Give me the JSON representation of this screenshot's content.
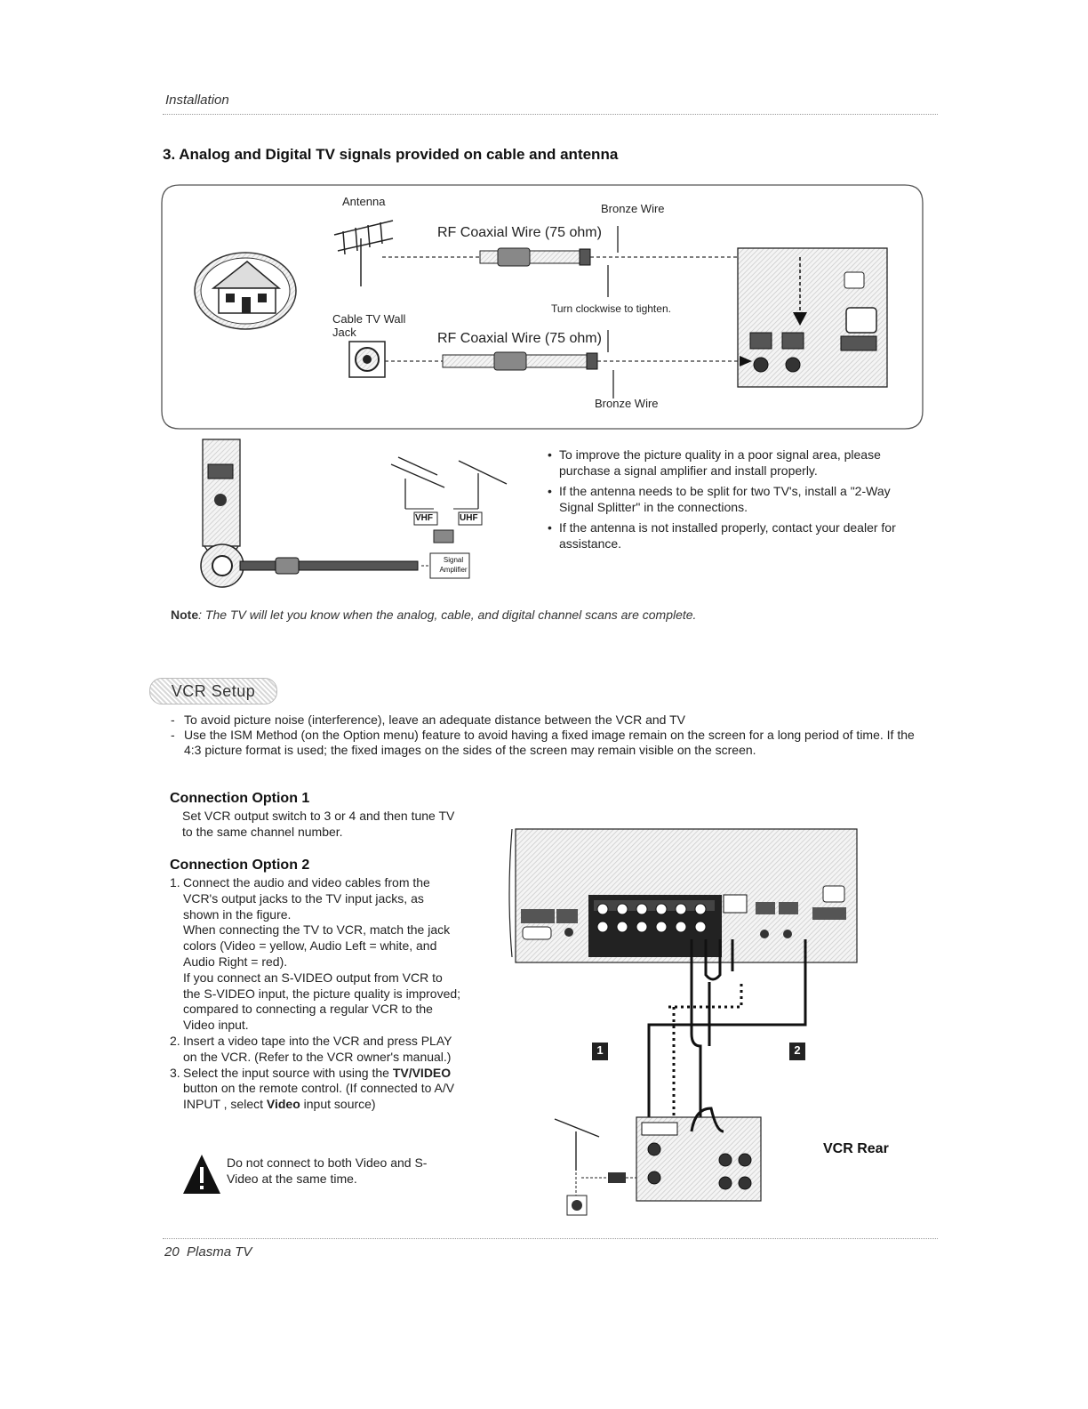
{
  "header": {
    "section": "Installation"
  },
  "section3": {
    "title": "3. Analog and Digital TV signals provided on cable and antenna",
    "diagram": {
      "antenna_label": "Antenna",
      "bronze_wire_top": "Bronze Wire",
      "rf_wire_top": "RF Coaxial Wire (75 ohm)",
      "cable_wall_label_1": "Cable TV Wall",
      "cable_wall_label_2": "Jack",
      "turn_label": "Turn clockwise to tighten.",
      "rf_wire_bottom": "RF Coaxial Wire (75 ohm)",
      "bronze_wire_bottom": "Bronze Wire"
    },
    "splitter": {
      "vhf": "VHF",
      "uhf": "UHF",
      "amp_1": "Signal",
      "amp_2": "Amplifier"
    },
    "bullets": [
      "To improve the picture quality in a poor signal area, please purchase a signal amplifier and install properly.",
      "If the antenna needs to be split for two TV's, install a \"2-Way Signal Splitter\" in the connections.",
      "If the antenna is not installed properly, contact your dealer for assistance."
    ],
    "note_label": "Note",
    "note_text": ": The TV will let you know when the analog, cable, and digital channel scans are complete."
  },
  "vcr": {
    "title": "VCR Setup",
    "dashes": [
      "To avoid picture noise (interference), leave an adequate distance between the VCR and TV",
      "Use the ISM Method (on the Option menu) feature to avoid having a fixed image remain on the screen for a long period of time. If the 4:3 picture format is used; the fixed images on the sides of the screen may remain visible on the screen."
    ],
    "option1": {
      "title": "Connection Option 1",
      "text": "Set VCR output switch to 3 or 4 and then tune TV to the same channel number."
    },
    "option2": {
      "title": "Connection Option 2",
      "step1_num": "1.",
      "step1_a": "Connect the audio and video cables from the VCR's output jacks to the TV input jacks, as shown in the figure.",
      "step1_b": "When connecting the TV to VCR, match the jack colors (Video = yellow, Audio Left = white, and Audio Right = red).",
      "step1_c": "If you connect an S-VIDEO output from VCR to the S-VIDEO input, the picture quality is improved; compared to connecting a regular VCR to the Video input.",
      "step2_num": "2.",
      "step2": "Insert a video tape into the VCR and press PLAY on the VCR. (Refer to the VCR owner's manual.)",
      "step3_num": "3.",
      "step3_a": "Select the input source with using the ",
      "step3_bold1": "TV/VIDEO",
      "step3_b": " button on the remote control. (If connected to A/V INPUT , select ",
      "step3_bold2": "Video",
      "step3_c": " input source)"
    },
    "caution": "Do not connect to both Video and S-Video at the same time.",
    "vcr_rear": "VCR Rear",
    "marker1": "1",
    "marker2": "2"
  },
  "footer": {
    "page": "20",
    "product": "Plasma TV"
  }
}
